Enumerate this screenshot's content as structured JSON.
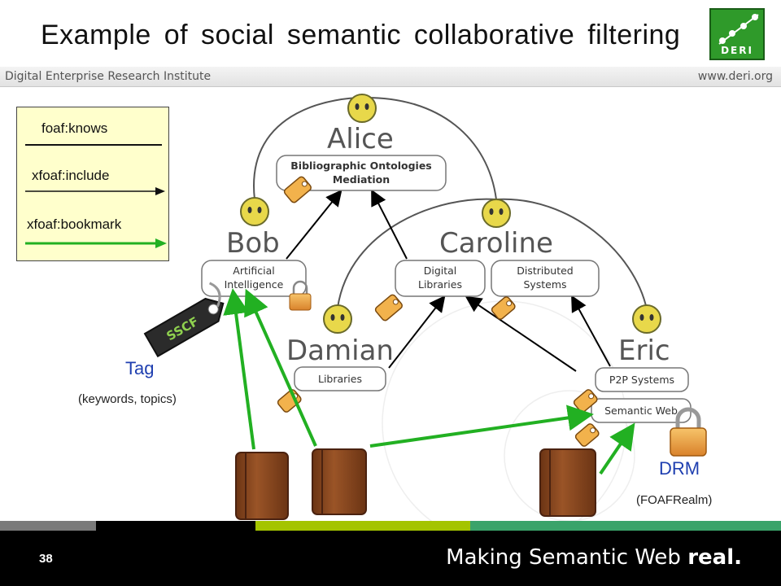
{
  "header": {
    "title": "Example of social semantic collaborative filtering",
    "logo_text": "DERI",
    "band_left": "Digital Enterprise Research Institute",
    "band_right": "www.deri.org"
  },
  "legend": {
    "items": [
      {
        "label": "foaf:knows"
      },
      {
        "label": "xfoaf:include"
      },
      {
        "label": "xfoaf:bookmark"
      }
    ]
  },
  "people": [
    {
      "name": "Alice"
    },
    {
      "name": "Bob"
    },
    {
      "name": "Caroline"
    },
    {
      "name": "Damian"
    },
    {
      "name": "Eric"
    }
  ],
  "folders": [
    {
      "line1": "Bibliographic Ontologies",
      "line2": "Mediation"
    },
    {
      "line1": "Artificial",
      "line2": "Intelligence"
    },
    {
      "line1": "Digital",
      "line2": "Libraries"
    },
    {
      "line1": "Distributed",
      "line2": "Systems"
    },
    {
      "line1": "Libraries",
      "line2": ""
    },
    {
      "line1": "P2P Systems",
      "line2": ""
    },
    {
      "line1": "Semantic Web",
      "line2": ""
    }
  ],
  "annotations": {
    "tag": "Tag",
    "tag_note": "(keywords, topics)",
    "tag_badge": "SSCF",
    "drm": "DRM",
    "drm_note": "(FOAFRealm)"
  },
  "footer": {
    "page_number": "38",
    "tagline_prefix": "Making Semantic Web",
    "tagline_bold": "real."
  },
  "colors": {
    "bookmark_green": "#22b022",
    "legend_bg": "#ffffcc",
    "drm_blue": "#1f3fb0",
    "book_brown": "#8a4a23"
  }
}
